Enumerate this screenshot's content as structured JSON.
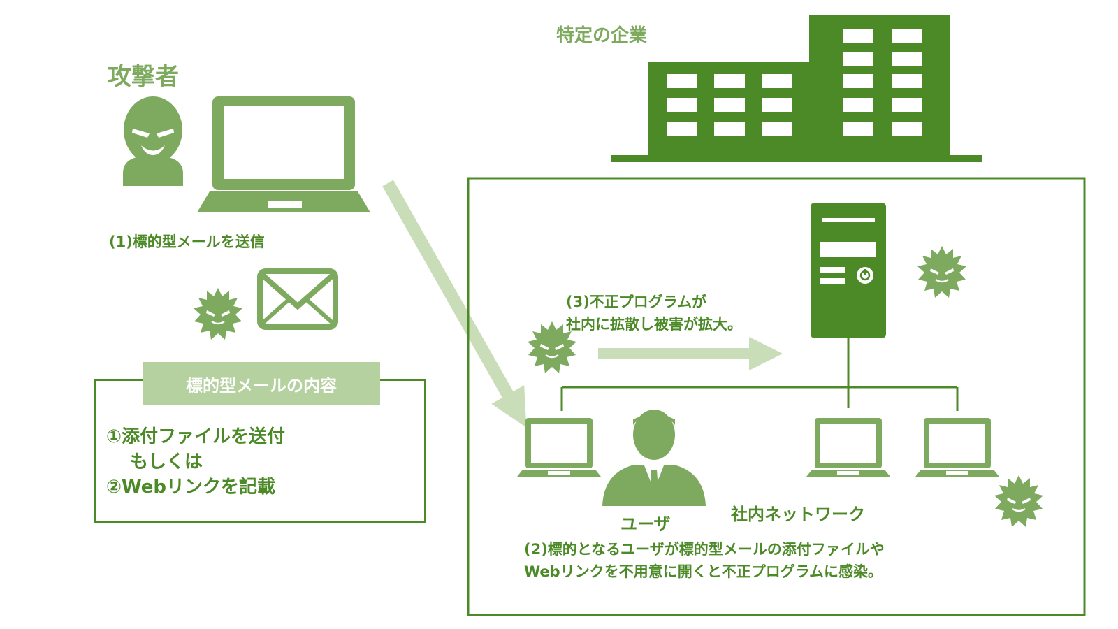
{
  "labels": {
    "attacker": "攻撃者",
    "company": "特定の企業",
    "step1": "(1)標的型メールを送信",
    "step2_line1": "(2)標的となるユーザが標的型メールの添付ファイルや",
    "step2_line2": "Webリンクを不用意に開くと不正プログラムに感染。",
    "step3_line1": "(3)不正プログラムが",
    "step3_line2": "社内に拡散し被害が拡大。",
    "user": "ユーザ",
    "network": "社内ネットワーク"
  },
  "content_box": {
    "header": "標的型メールの内容",
    "line1": "①添付ファイルを送付",
    "line2": "もしくは",
    "line3": "②Webリンクを記載"
  },
  "colors": {
    "dark_green": "#4c8a28",
    "mid_green": "#7daa5e",
    "light_green": "#c9ddb8",
    "header_green": "#b5d19f"
  },
  "icons": [
    "attacker-icon",
    "laptop-icon",
    "envelope-icon",
    "virus-icon",
    "building-icon",
    "server-icon",
    "user-icon"
  ]
}
